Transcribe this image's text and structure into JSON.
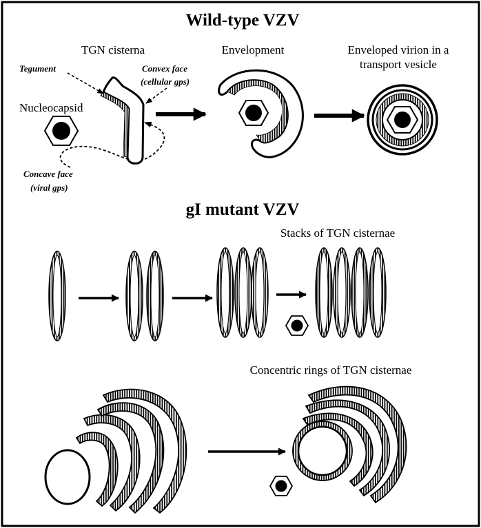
{
  "titles": {
    "wild_type": "Wild-type VZV",
    "mutant": "gI mutant VZV"
  },
  "labels": {
    "tgn_cisterna": "TGN cisterna",
    "envelopment": "Envelopment",
    "enveloped_virion_line1": "Enveloped virion in a",
    "enveloped_virion_line2": "transport vesicle",
    "tegument": "Tegument",
    "convex_face_line1": "Convex face",
    "convex_face_line2": "(cellular gps)",
    "nucleocapsid": "Nucleocapsid",
    "concave_face_line1": "Concave face",
    "concave_face_line2": "(viral gps)",
    "stacks": "Stacks of TGN cisternae",
    "concentric": "Concentric rings  of TGN cisternae"
  }
}
